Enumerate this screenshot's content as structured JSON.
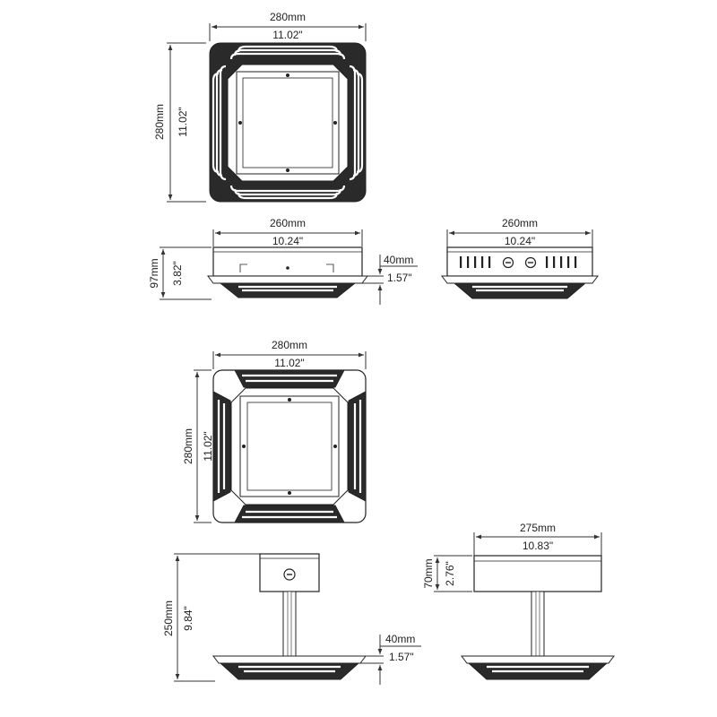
{
  "views": {
    "top_view_1": {
      "width_mm": "280mm",
      "width_in": "11.02\"",
      "height_mm": "280mm",
      "height_in": "11.02\""
    },
    "side_view_1": {
      "width_mm": "260mm",
      "width_in": "10.24\"",
      "height_mm": "97mm",
      "height_in": "3.82\"",
      "lip_mm": "40mm",
      "lip_in": "1.57\""
    },
    "side_view_2": {
      "width_mm": "260mm",
      "width_in": "10.24\""
    },
    "top_view_2": {
      "width_mm": "280mm",
      "width_in": "11.02\"",
      "height_mm": "280mm",
      "height_in": "11.02\""
    },
    "pendant_view_1": {
      "height_mm": "250mm",
      "height_in": "9.84\"",
      "lip_mm": "40mm",
      "lip_in": "1.57\""
    },
    "pendant_view_2": {
      "width_mm": "275mm",
      "width_in": "10.83\"",
      "height_mm": "70mm",
      "height_in": "2.76\""
    }
  }
}
